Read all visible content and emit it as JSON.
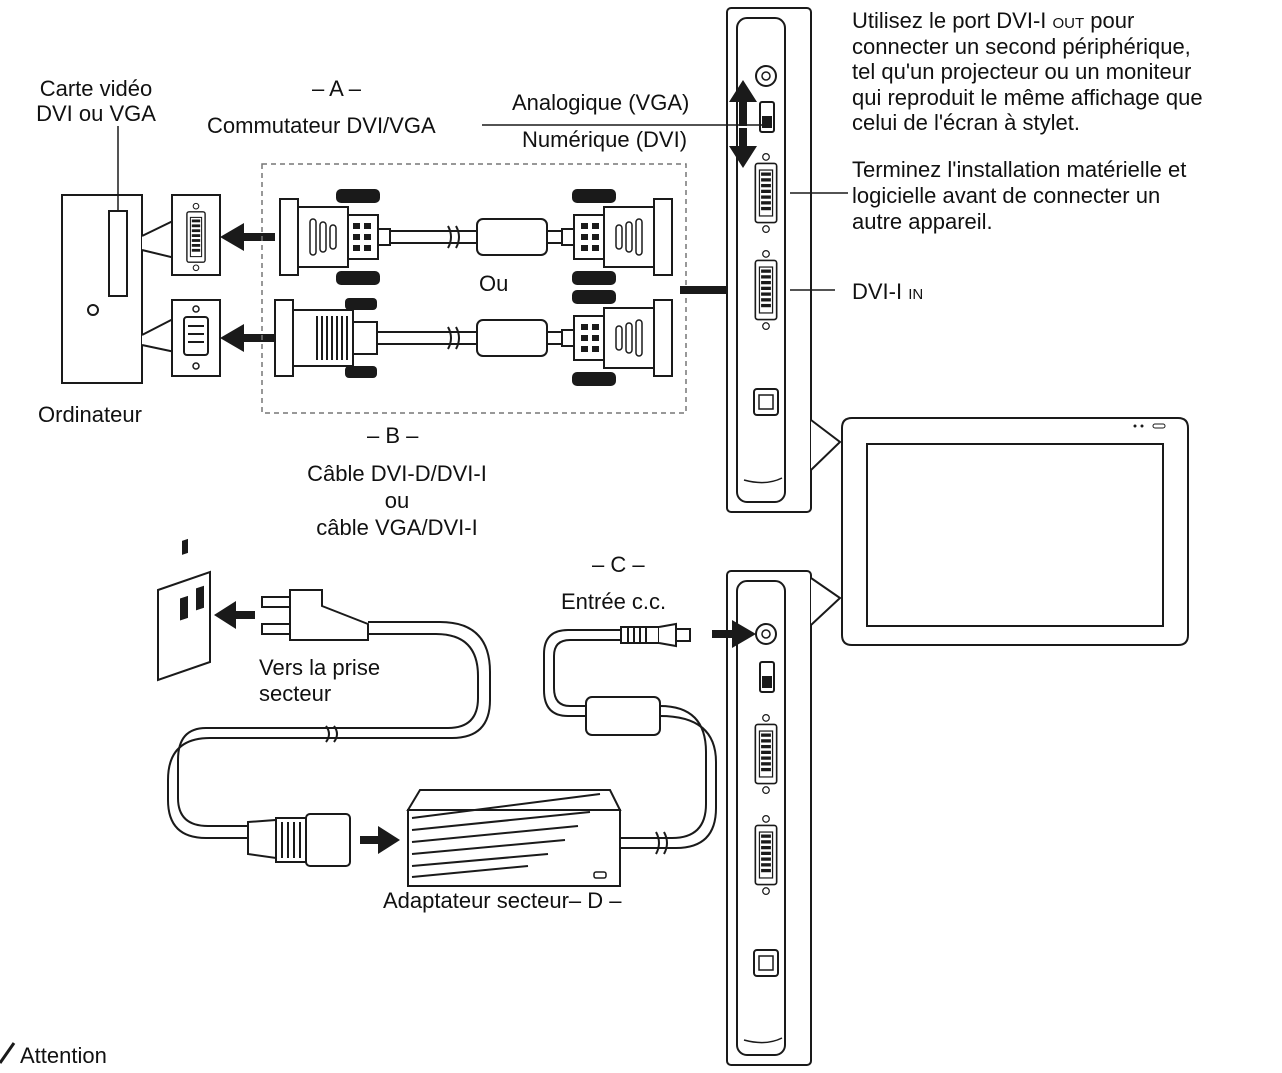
{
  "labels": {
    "carte_video_1": "Carte vidéo",
    "carte_video_2": "DVI ou VGA",
    "a_marker": "– A –",
    "commutateur": "Commutateur DVI/VGA",
    "analogique": "Analogique (VGA)",
    "numerique": "Numérique (DVI)",
    "ou": "Ou",
    "ordinateur": "Ordinateur",
    "b_marker": "– B –",
    "cable_1": "Câble DVI-D/DVI-I",
    "cable_ou": "ou",
    "cable_2": "câble VGA/DVI-I",
    "dvi_out_1_pre": "Utilisez le port DVI-I ",
    "dvi_out_1_sc": "out",
    "dvi_out_1_post": " pour",
    "dvi_out_2": "connecter un second périphérique,",
    "dvi_out_3": "tel qu'un projecteur ou un moniteur",
    "dvi_out_4": "qui reproduit le même affichage que",
    "dvi_out_5": "celui de l'écran à stylet.",
    "terminez_1": "Terminez l'installation matérielle et",
    "terminez_2": "logicielle avant de connecter un",
    "terminez_3": "autre appareil.",
    "dvi_in_pre": "DVI-I ",
    "dvi_in_sc": "in",
    "c_marker": "– C –",
    "entree_cc": "Entrée c.c.",
    "vers_prise_1": "Vers la prise",
    "vers_prise_2": "secteur",
    "adaptateur": "Adaptateur secteur– D –",
    "attention": "Attention"
  },
  "colors": {
    "line": "#1a1a1a",
    "fill_light": "#ffffff",
    "fill_dark": "#1a1a1a",
    "dash": "#777777"
  }
}
